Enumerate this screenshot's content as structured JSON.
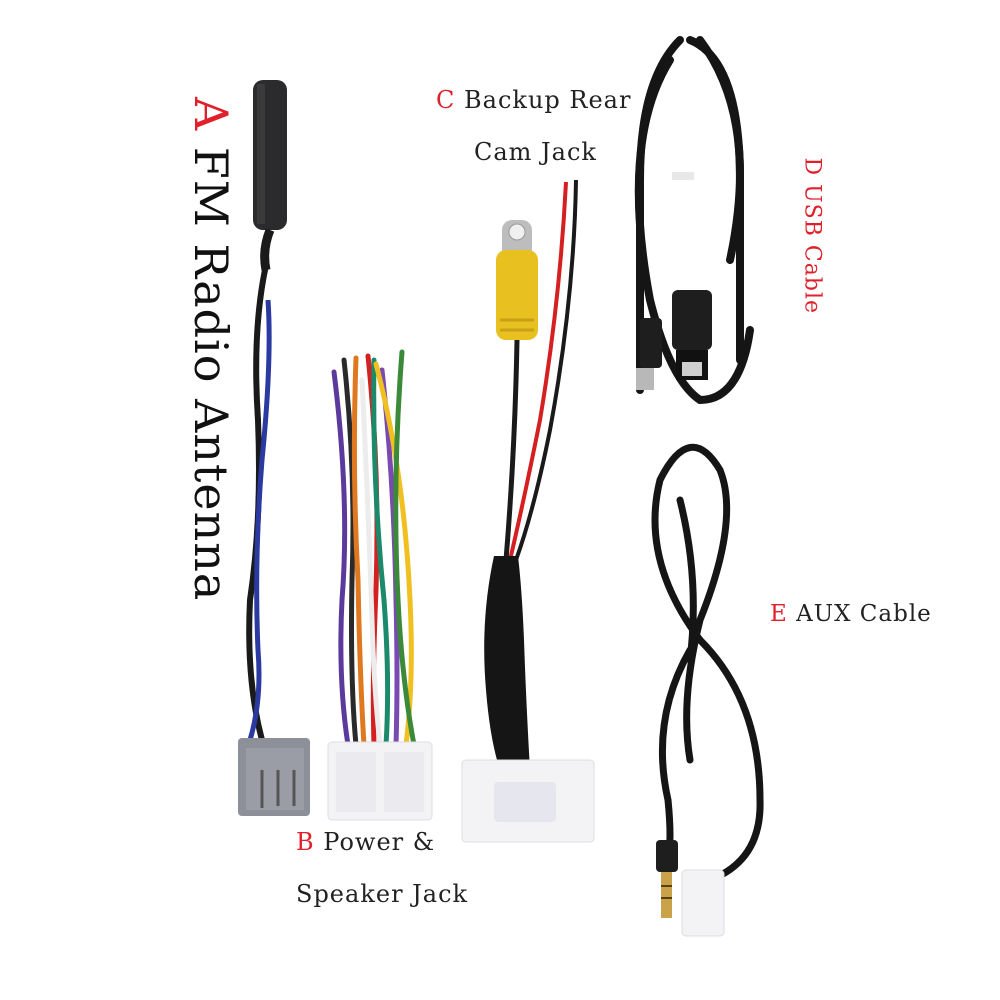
{
  "image": {
    "description": "Car stereo wiring harness kit with five labeled parts on white background",
    "background": "#ffffff",
    "accent_color": "#e0202a",
    "text_color": "#222222"
  },
  "labels": {
    "A": {
      "key": "A",
      "text": "FM Radio Antenna"
    },
    "B": {
      "key": "B",
      "line1": "Power &",
      "line2": "Speaker Jack"
    },
    "C": {
      "key": "C",
      "line1": "Backup Rear",
      "line2": "Cam Jack"
    },
    "D": {
      "key": "D",
      "text": "USB Cable"
    },
    "E": {
      "key": "E",
      "text": "AUX Cable"
    }
  },
  "parts": [
    {
      "id": "A",
      "name": "FM radio antenna adapter",
      "connector_color": "#8d8f99",
      "wire_colors": [
        "#1a1a1a",
        "#2a3aa0"
      ]
    },
    {
      "id": "B",
      "name": "Power & speaker harness",
      "connector_color": "#f2f2f4",
      "wire_colors": [
        "#5b3a9c",
        "#2a2a2a",
        "#e07820",
        "#d42020",
        "#1a8a6a",
        "#f0c020",
        "#eeeeee",
        "#3a8a3a"
      ]
    },
    {
      "id": "C",
      "name": "Backup camera RCA jack",
      "connector_color": "#f2f2f4",
      "rca_color": "#e8c020"
    },
    {
      "id": "D",
      "name": "USB cable (female USB-A + mini USB)",
      "cable_color": "#151515"
    },
    {
      "id": "E",
      "name": "3.5mm AUX cable",
      "cable_color": "#151515",
      "plug_color": "#c9a24a"
    }
  ]
}
